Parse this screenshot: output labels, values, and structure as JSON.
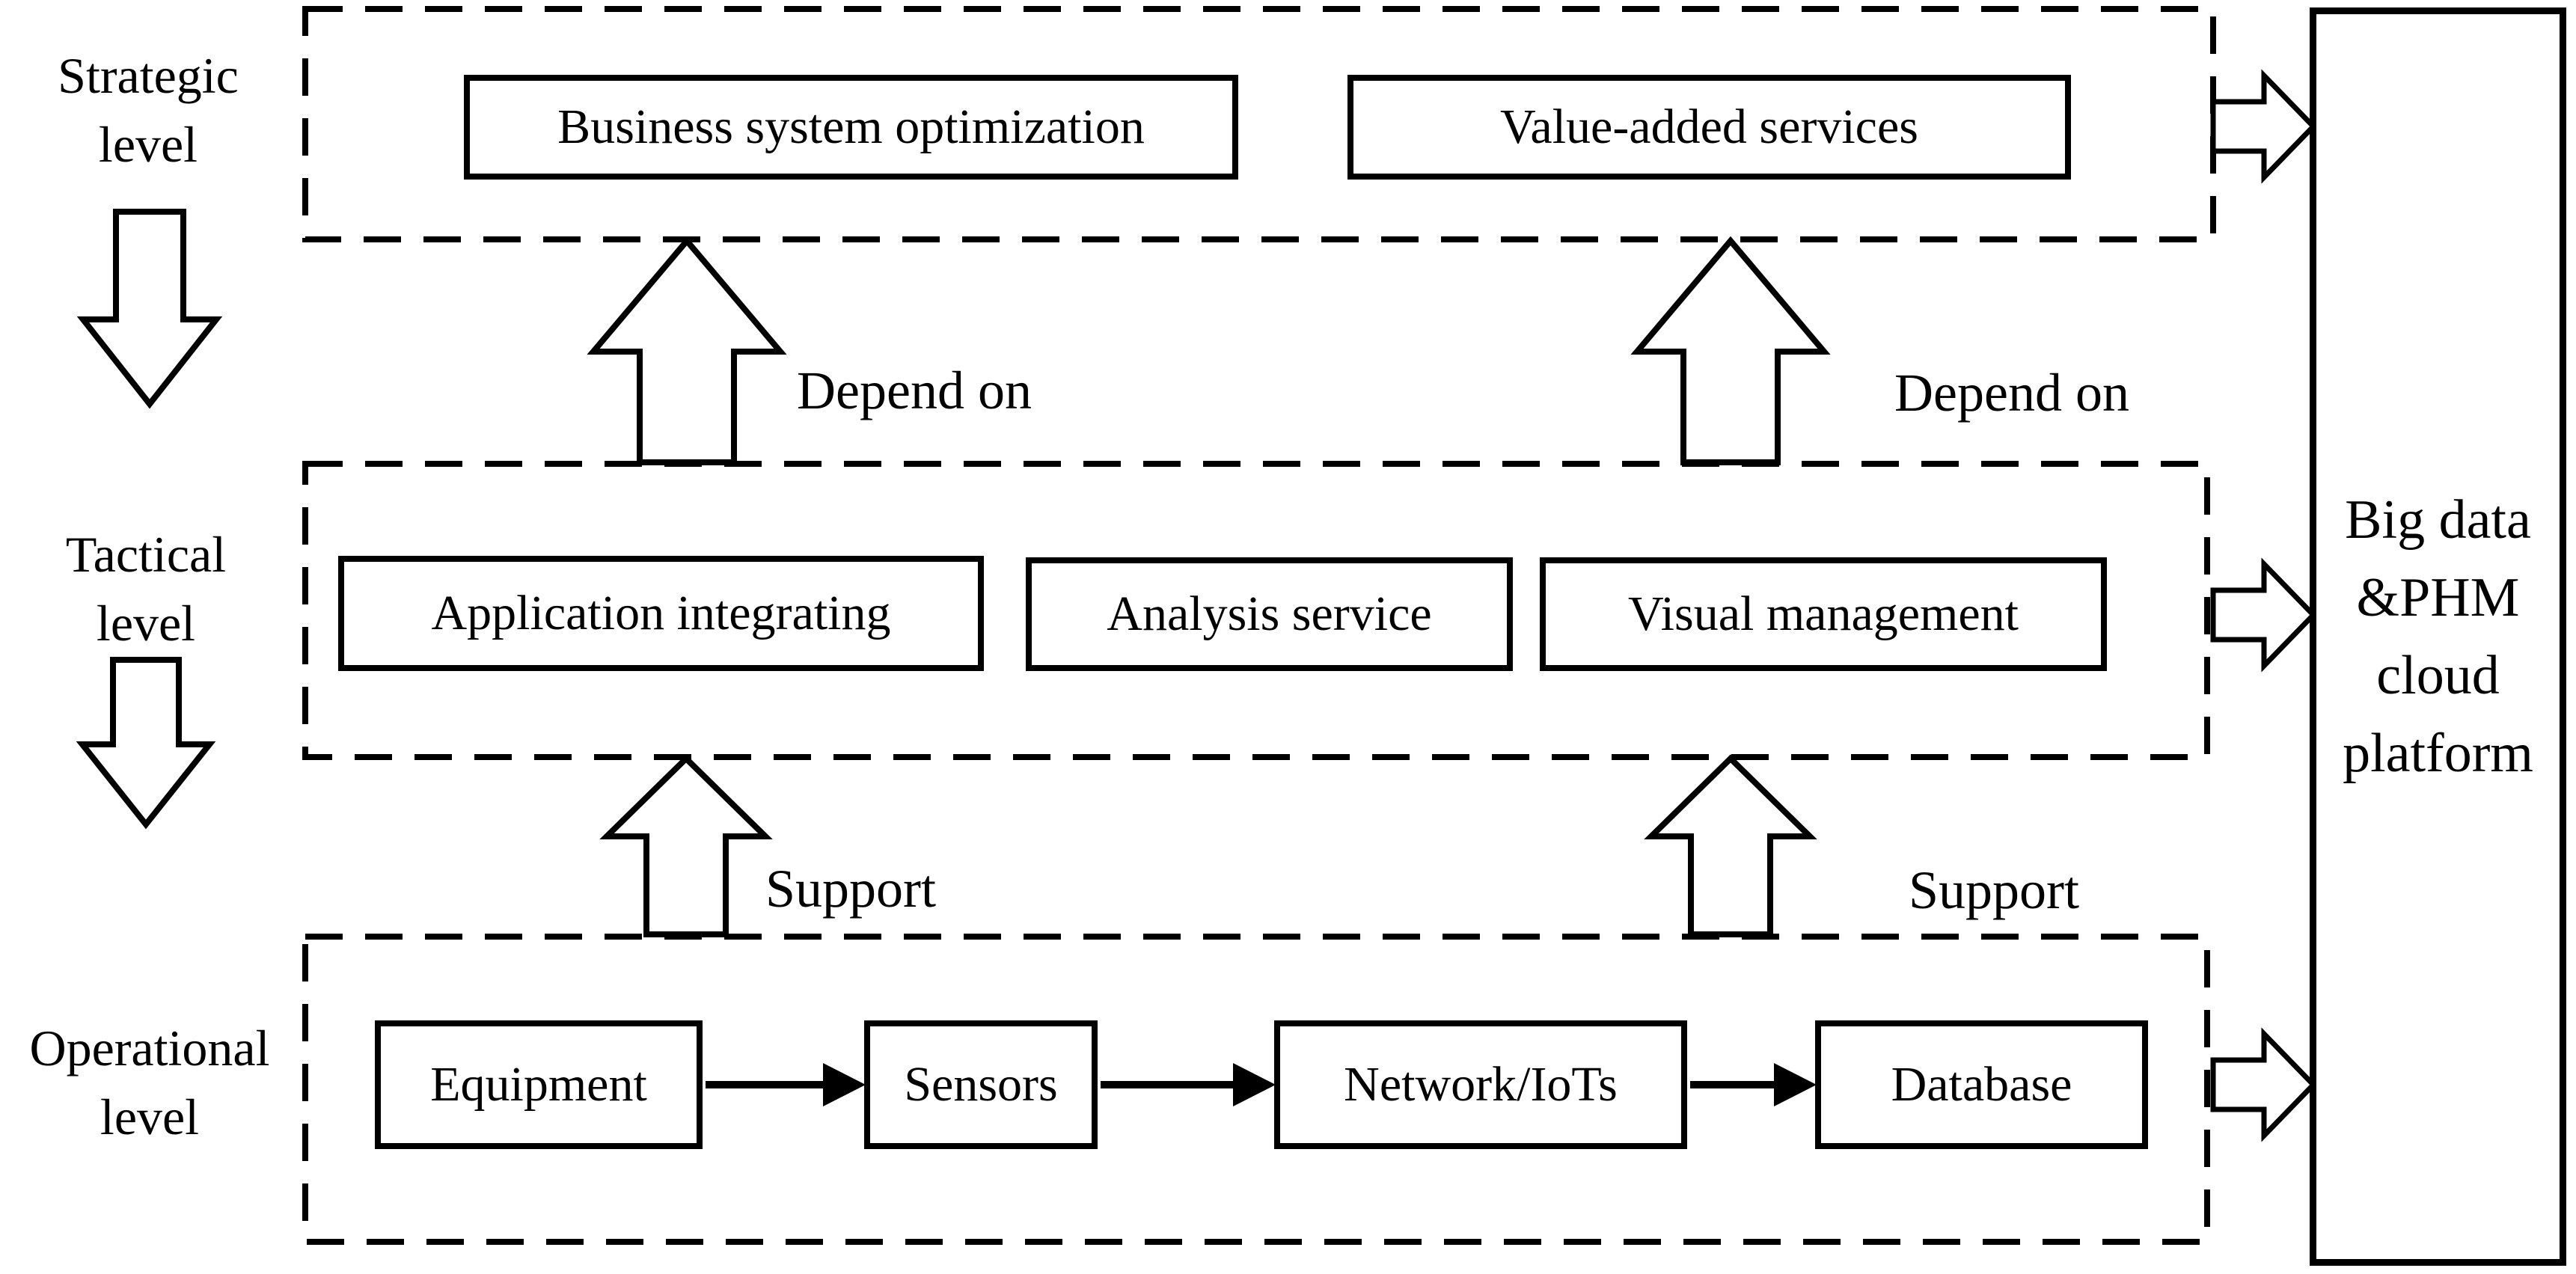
{
  "colors": {
    "ink": "#000000",
    "background": "#ffffff"
  },
  "side_labels": {
    "strategic": {
      "line1": "Strategic",
      "line2": "level"
    },
    "tactical": {
      "line1": "Tactical",
      "line2": "level"
    },
    "operational": {
      "line1": "Operational",
      "line2": "level"
    }
  },
  "strategic_level": {
    "boxes": {
      "business": "Business system optimization",
      "value_added": "Value-added services"
    }
  },
  "tactical_level": {
    "boxes": {
      "application": "Application integrating",
      "analysis": "Analysis service",
      "visual": "Visual management"
    }
  },
  "operational_level": {
    "boxes": {
      "equipment": "Equipment",
      "sensors": "Sensors",
      "network": "Network/IoTs",
      "database": "Database"
    }
  },
  "annotations": {
    "depend_on_left": "Depend on",
    "depend_on_right": "Depend on",
    "support_left": "Support",
    "support_right": "Support"
  },
  "platform": {
    "line1": "Big data",
    "line2": "&PHM",
    "line3": "cloud",
    "line4": "platform"
  }
}
